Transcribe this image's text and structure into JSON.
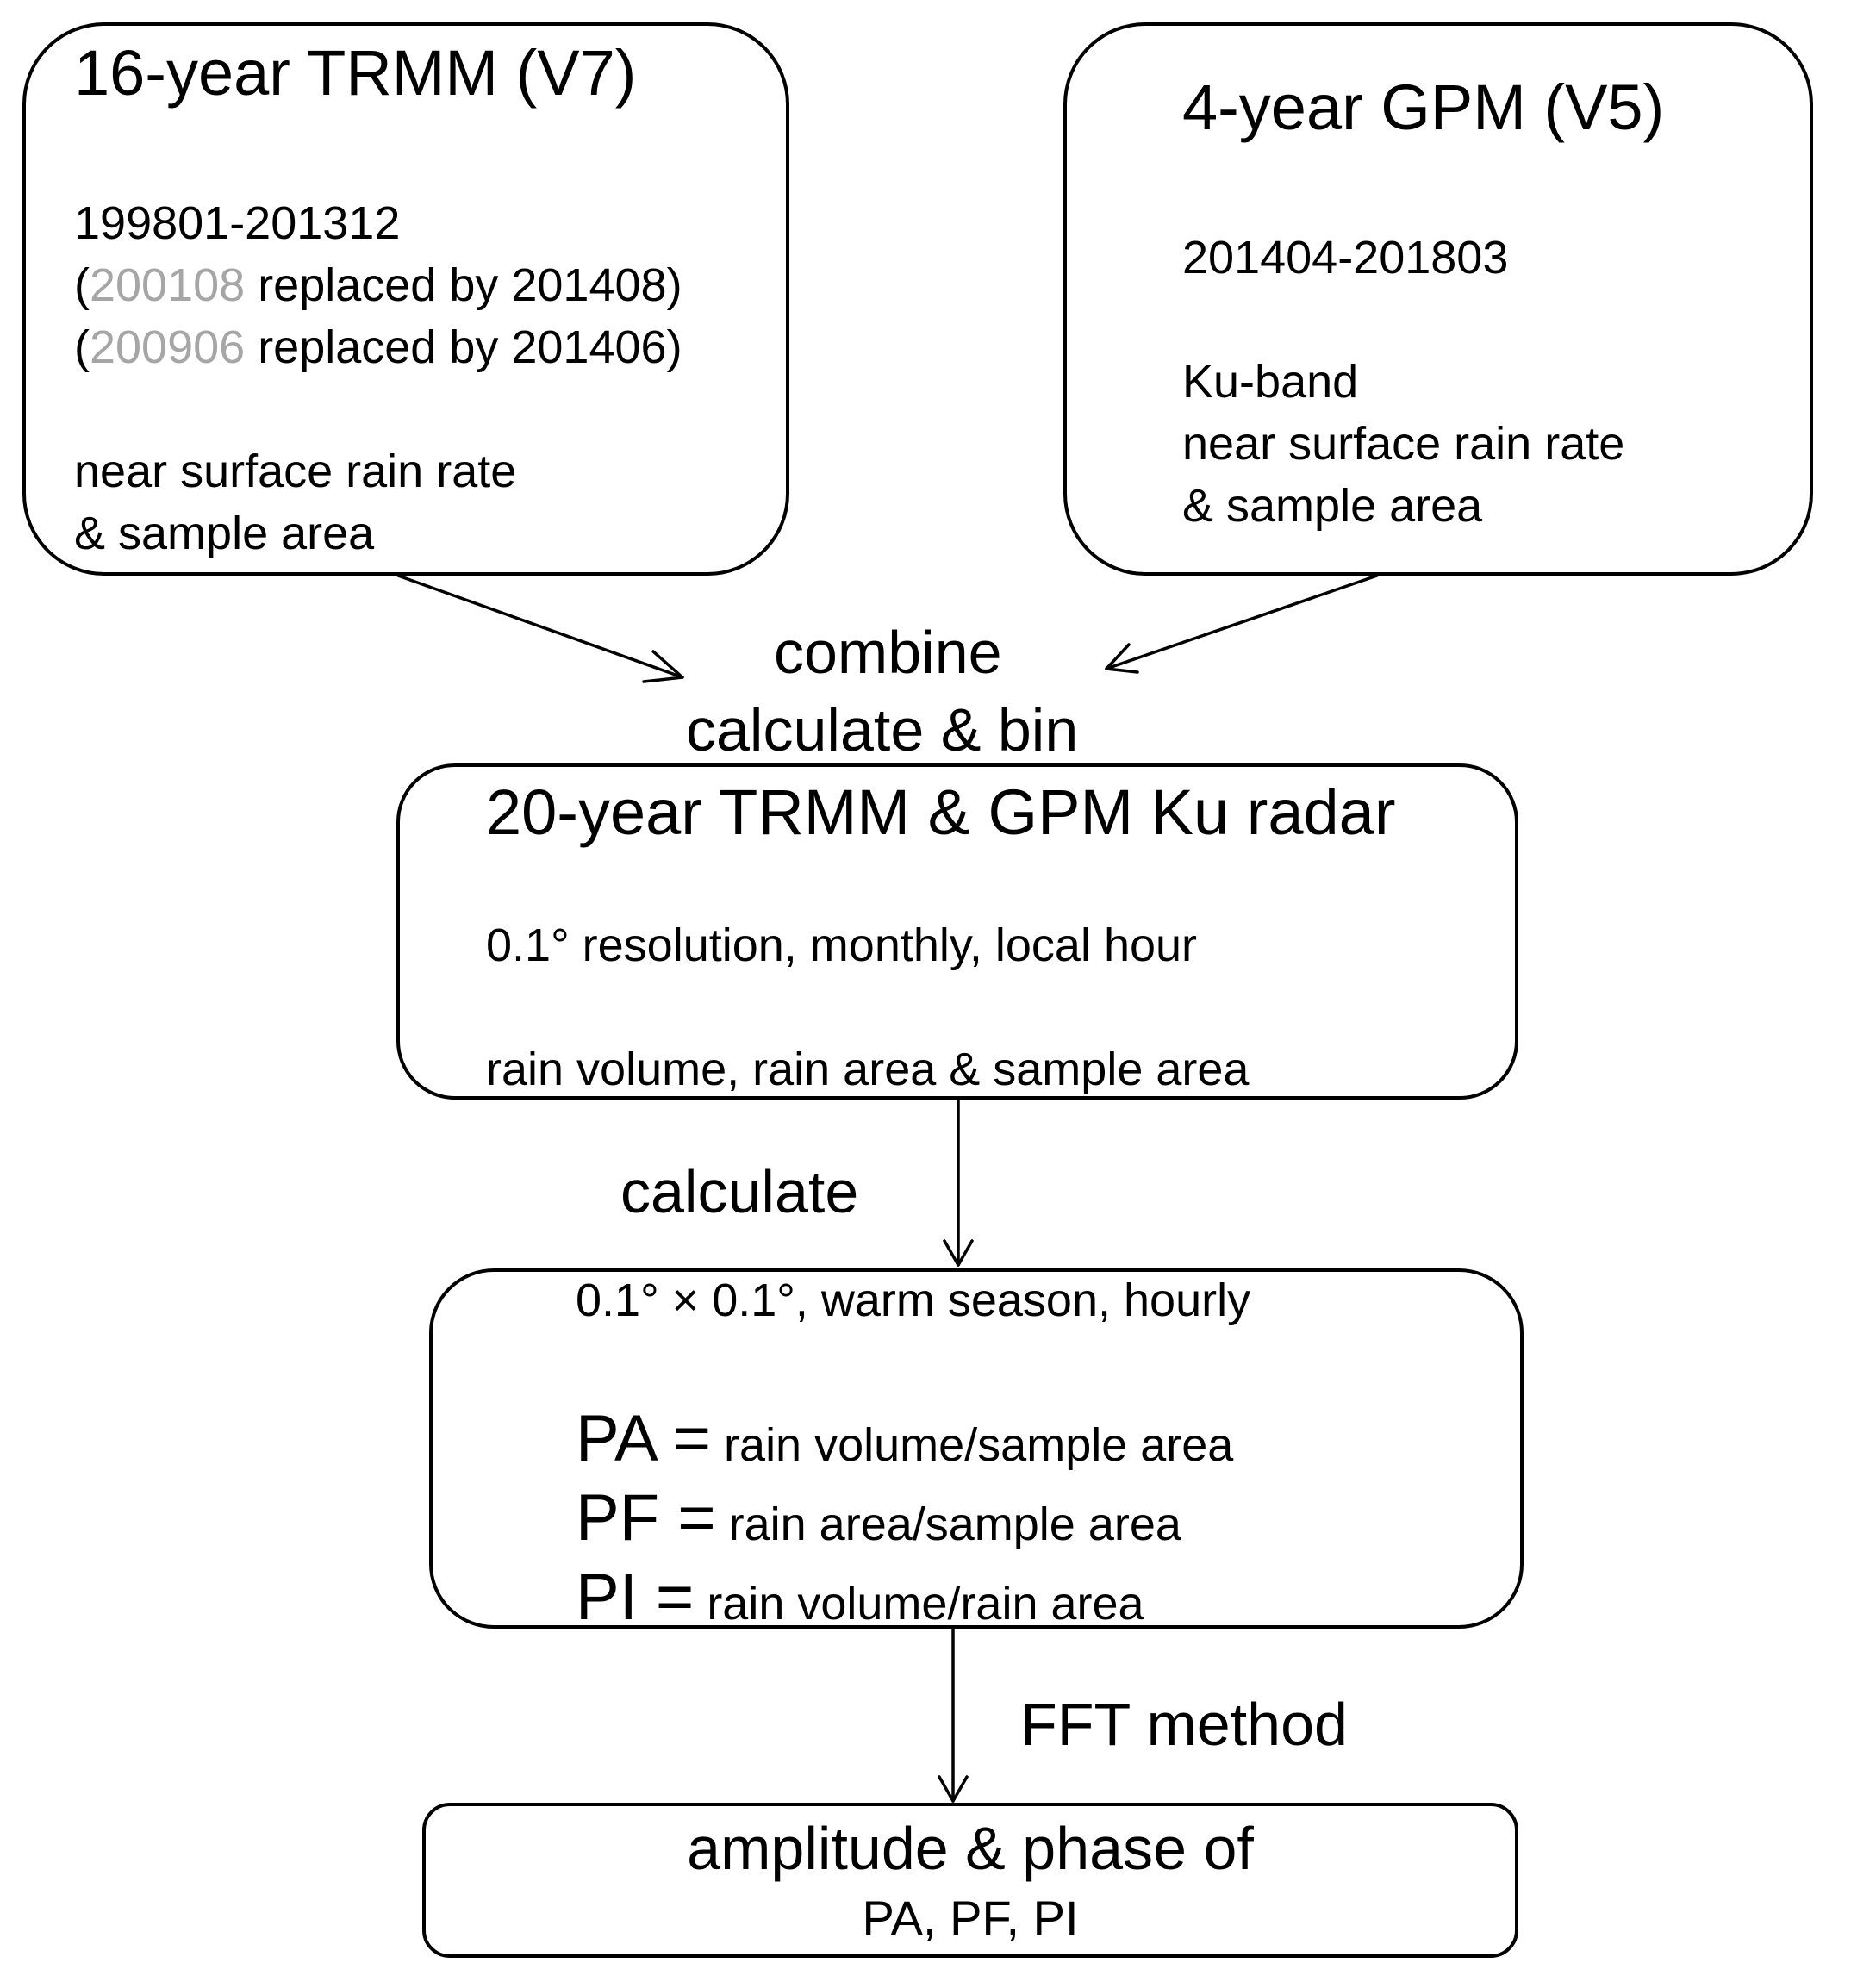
{
  "trmm": {
    "title": "16-year TRMM (V7)",
    "period": "199801-201312",
    "replace1": {
      "open": "(",
      "gray": "200108",
      "rest": " replaced by 201408)"
    },
    "replace2": {
      "open": "(",
      "gray": "200906",
      "rest": " replaced by 201406)"
    },
    "var_line1": "near surface rain rate",
    "var_line2": "& sample area"
  },
  "gpm": {
    "title": "4-year GPM (V5)",
    "period": "201404-201803",
    "band": "Ku-band",
    "var_line1": "near surface rain rate",
    "var_line2": "& sample area"
  },
  "step1": {
    "line1": "combine",
    "line2": "calculate & bin"
  },
  "combined": {
    "title": "20-year TRMM & GPM Ku radar",
    "resolution": "0.1° resolution, monthly, local hour",
    "vars": "rain volume,  rain area & sample area"
  },
  "step2": {
    "label": "calculate"
  },
  "indices": {
    "grid": "0.1° × 0.1°, warm season, hourly",
    "pa": {
      "name": "PA =",
      "formula": " rain volume/sample area"
    },
    "pf": {
      "name": "PF =",
      "formula": " rain area/sample area"
    },
    "pi": {
      "name": "PI =",
      "formula": " rain volume/rain area"
    }
  },
  "step3": {
    "label": "FFT method"
  },
  "output": {
    "line1": "amplitude & phase of",
    "line2": "PA, PF, PI"
  },
  "colors": {
    "line": "#000000",
    "replaced_month": "#a6a6a6"
  }
}
